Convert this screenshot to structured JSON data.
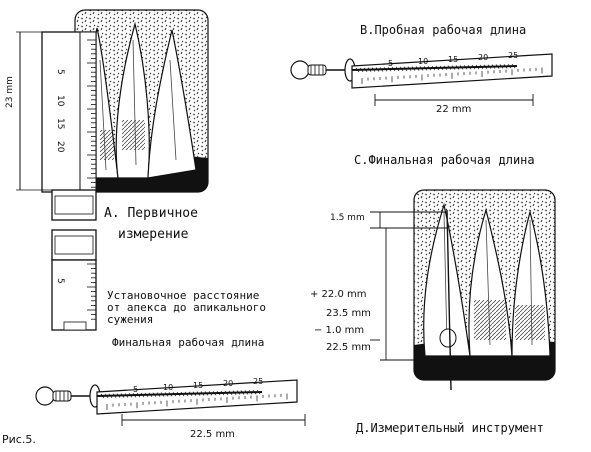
{
  "figure_caption": "Рис.5.",
  "panel_a": {
    "title_line1": "А. Первичное",
    "title_line2": "измерение",
    "length_label": "23 mm",
    "ruler_ticks_top": [
      "5",
      "10",
      "15",
      "20"
    ],
    "ruler_ticks_bottom": [
      "5"
    ],
    "setup_line1": "Установочное расстояние",
    "setup_line2": "от апекса до апикального",
    "setup_line3": "сужения",
    "final_length_title": "Финальная рабочая длина",
    "final_length_value": "22.5 mm",
    "file_ticks": [
      "5",
      "10",
      "15",
      "20",
      "25"
    ]
  },
  "panel_b": {
    "title": "В.Пробная рабочая длина",
    "length_label": "22 mm",
    "file_ticks": [
      "5",
      "10",
      "15",
      "20",
      "25"
    ]
  },
  "panel_c": {
    "title": "С.Финальная рабочая длина",
    "offset_label": "1.5 mm",
    "calc_line1": "+ 22.0 mm",
    "calc_line2": "23.5 mm",
    "calc_line3": "− 1.0 mm",
    "calc_line4": "22.5 mm"
  },
  "panel_d": {
    "title": "Д.Измерительный инструмент"
  },
  "colors": {
    "ink": "#111111",
    "background": "#ffffff"
  }
}
